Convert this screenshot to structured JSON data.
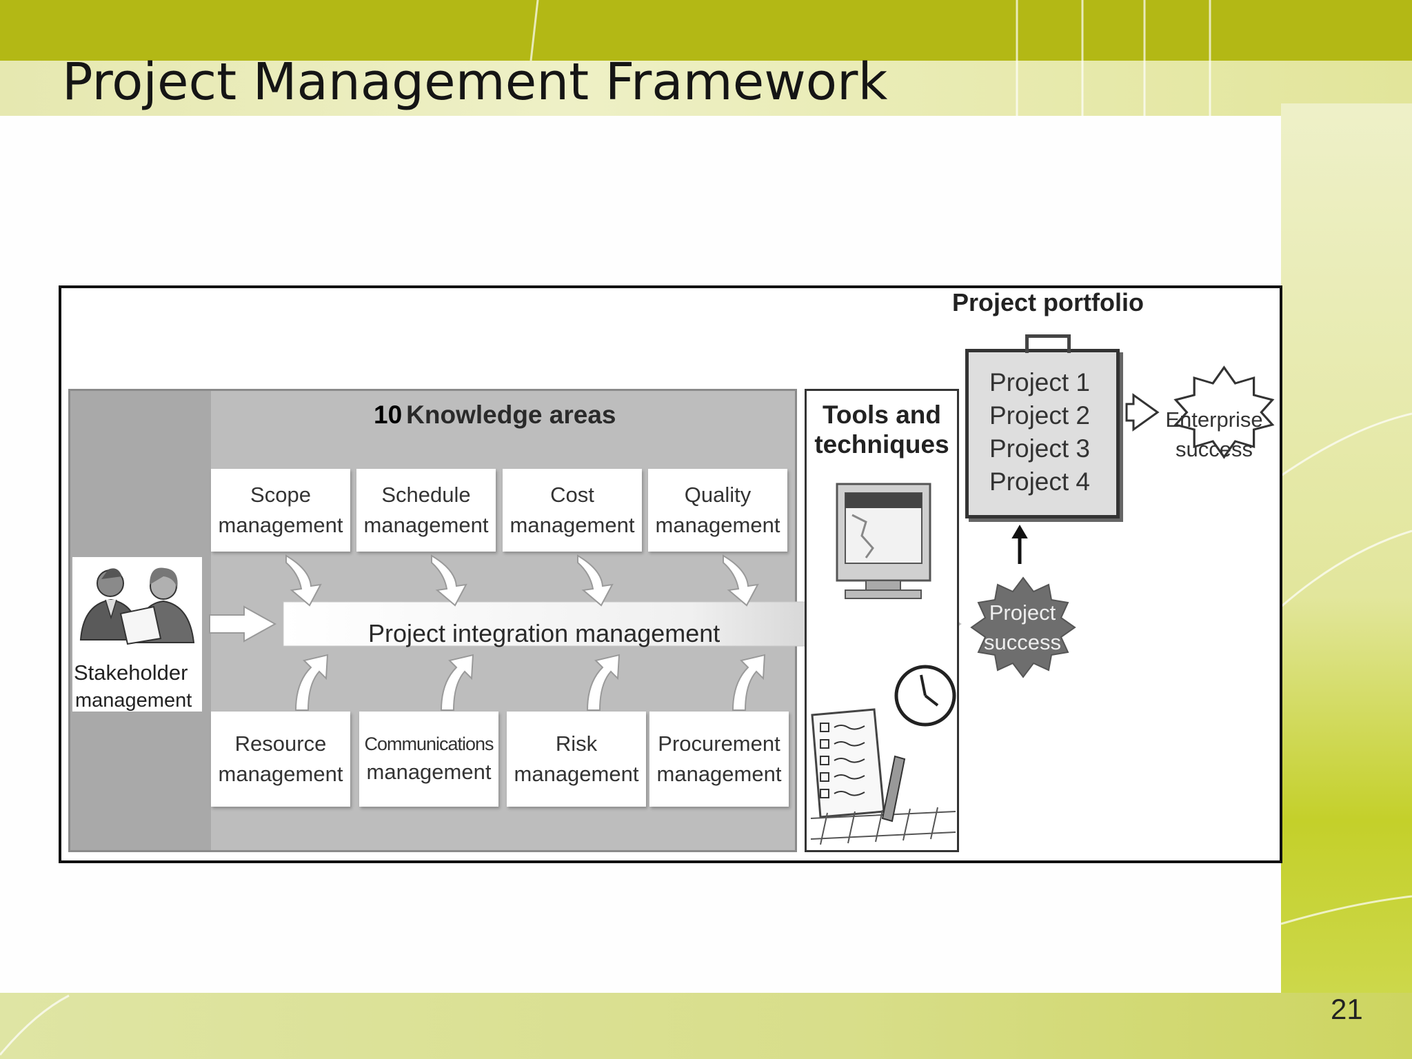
{
  "slide": {
    "title": "Project Management Framework",
    "page_number": "21"
  },
  "diagram": {
    "knowledge_areas": {
      "count": "10",
      "label": "Knowledge areas",
      "top_row": [
        {
          "line1": "Scope",
          "line2": "management"
        },
        {
          "line1": "Schedule",
          "line2": "management"
        },
        {
          "line1": "Cost",
          "line2": "management"
        },
        {
          "line1": "Quality",
          "line2": "management"
        }
      ],
      "bottom_row": [
        {
          "line1": "Resource",
          "line2": "management"
        },
        {
          "line1": "Communications",
          "line2": "management"
        },
        {
          "line1": "Risk",
          "line2": "management"
        },
        {
          "line1": "Procurement",
          "line2": "management"
        }
      ]
    },
    "integration": "Project integration management",
    "stakeholder": {
      "line1": "Stakeholder",
      "line2": "management"
    },
    "tools": {
      "line1": "Tools and",
      "line2": "techniques"
    },
    "portfolio": {
      "title": "Project portfolio",
      "projects": [
        "Project 1",
        "Project 2",
        "Project 3",
        "Project 4"
      ]
    },
    "project_success": {
      "line1": "Project",
      "line2": "success"
    },
    "enterprise_success": {
      "line1": "Enterprise",
      "line2": "success"
    }
  },
  "colors": {
    "top_bar": "#b3b815",
    "panel_gray": "#bdbdbd",
    "success_burst": "#6e6e6e"
  },
  "icons": [
    "stakeholder-people-icon",
    "computer-monitor-icon",
    "checklist-icon",
    "clock-icon"
  ]
}
